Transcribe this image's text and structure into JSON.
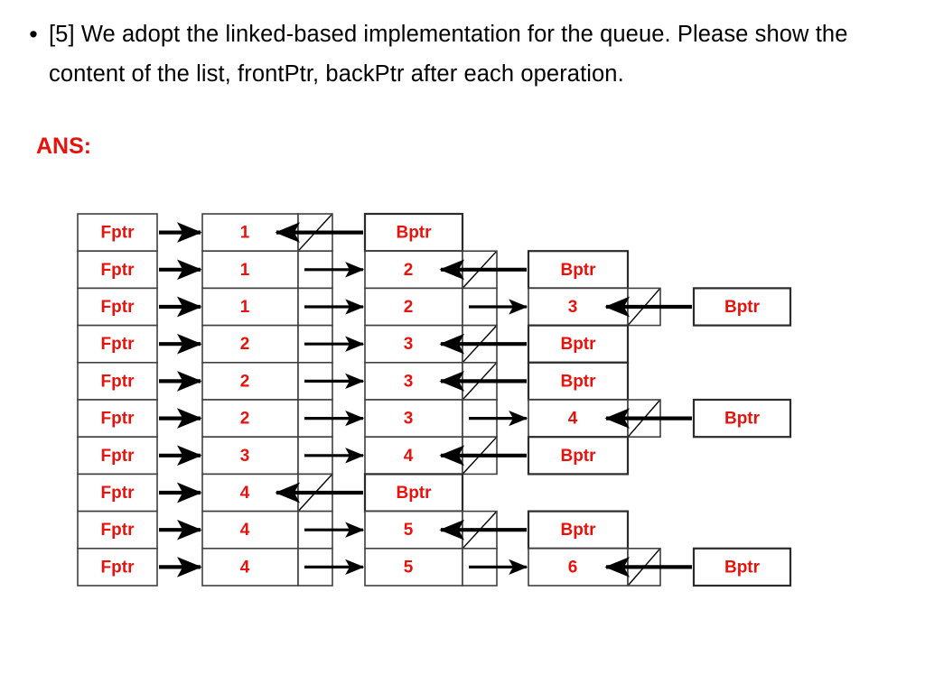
{
  "slide": {
    "bullet_glyph": "•",
    "question": "[5] We adopt the linked-based implementation for the queue. Please show the content of the list, frontPtr, backPtr after each operation.",
    "answer_label": "ANS:"
  },
  "labels": {
    "front_pointer": "Fptr",
    "back_pointer": "Bptr"
  },
  "colors": {
    "text": "#000000",
    "accent_red": "#e8120c",
    "cell_border": "#3f3f3f",
    "box_border": "#2b2b2b",
    "arrow": "#000000",
    "background": "#ffffff"
  },
  "diagram": {
    "type": "linked-list-queue-trace",
    "row_count": 10,
    "rows": [
      {
        "index": 1,
        "fptr": "Fptr",
        "nodes": [
          {
            "value": "1",
            "next": "null"
          }
        ],
        "bptr": "Bptr",
        "bptr_column": 2
      },
      {
        "index": 2,
        "fptr": "Fptr",
        "nodes": [
          {
            "value": "1",
            "next": "link"
          },
          {
            "value": "2",
            "next": "null"
          }
        ],
        "bptr": "Bptr",
        "bptr_column": 3
      },
      {
        "index": 3,
        "fptr": "Fptr",
        "nodes": [
          {
            "value": "1",
            "next": "link"
          },
          {
            "value": "2",
            "next": "link"
          },
          {
            "value": "3",
            "next": "null"
          }
        ],
        "bptr": "Bptr",
        "bptr_column": 4
      },
      {
        "index": 4,
        "fptr": "Fptr",
        "nodes": [
          {
            "value": "2",
            "next": "link"
          },
          {
            "value": "3",
            "next": "null"
          }
        ],
        "bptr": "Bptr",
        "bptr_column": 3
      },
      {
        "index": 5,
        "fptr": "Fptr",
        "nodes": [
          {
            "value": "2",
            "next": "link"
          },
          {
            "value": "3",
            "next": "null"
          }
        ],
        "bptr": "Bptr",
        "bptr_column": 3
      },
      {
        "index": 6,
        "fptr": "Fptr",
        "nodes": [
          {
            "value": "2",
            "next": "link"
          },
          {
            "value": "3",
            "next": "link"
          },
          {
            "value": "4",
            "next": "null"
          }
        ],
        "bptr": "Bptr",
        "bptr_column": 4
      },
      {
        "index": 7,
        "fptr": "Fptr",
        "nodes": [
          {
            "value": "3",
            "next": "link"
          },
          {
            "value": "4",
            "next": "null"
          }
        ],
        "bptr": "Bptr",
        "bptr_column": 3
      },
      {
        "index": 8,
        "fptr": "Fptr",
        "nodes": [
          {
            "value": "4",
            "next": "null"
          }
        ],
        "bptr": "Bptr",
        "bptr_column": 2
      },
      {
        "index": 9,
        "fptr": "Fptr",
        "nodes": [
          {
            "value": "4",
            "next": "link"
          },
          {
            "value": "5",
            "next": "null"
          }
        ],
        "bptr": "Bptr",
        "bptr_column": 3
      },
      {
        "index": 10,
        "fptr": "Fptr",
        "nodes": [
          {
            "value": "4",
            "next": "link"
          },
          {
            "value": "5",
            "next": "link"
          },
          {
            "value": "6",
            "next": "null"
          }
        ],
        "bptr": "Bptr",
        "bptr_column": 4
      }
    ]
  }
}
